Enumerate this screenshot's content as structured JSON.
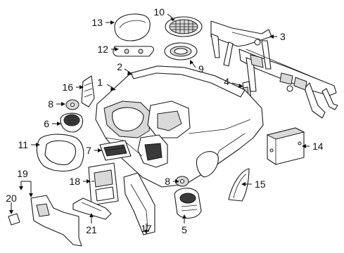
{
  "diagram": {
    "callouts": [
      {
        "id": "c1",
        "label": "1"
      },
      {
        "id": "c2",
        "label": "2"
      },
      {
        "id": "c3",
        "label": "3"
      },
      {
        "id": "c4",
        "label": "4"
      },
      {
        "id": "c5",
        "label": "5"
      },
      {
        "id": "c6",
        "label": "6"
      },
      {
        "id": "c7",
        "label": "7"
      },
      {
        "id": "c8a",
        "label": "8"
      },
      {
        "id": "c8b",
        "label": "8"
      },
      {
        "id": "c9",
        "label": "9"
      },
      {
        "id": "c10",
        "label": "10"
      },
      {
        "id": "c11",
        "label": "11"
      },
      {
        "id": "c12",
        "label": "12"
      },
      {
        "id": "c13",
        "label": "13"
      },
      {
        "id": "c14",
        "label": "14"
      },
      {
        "id": "c15",
        "label": "15"
      },
      {
        "id": "c16",
        "label": "16"
      },
      {
        "id": "c17",
        "label": "17"
      },
      {
        "id": "c18",
        "label": "18"
      },
      {
        "id": "c19",
        "label": "19"
      },
      {
        "id": "c20",
        "label": "20"
      },
      {
        "id": "c21",
        "label": "21"
      }
    ]
  }
}
